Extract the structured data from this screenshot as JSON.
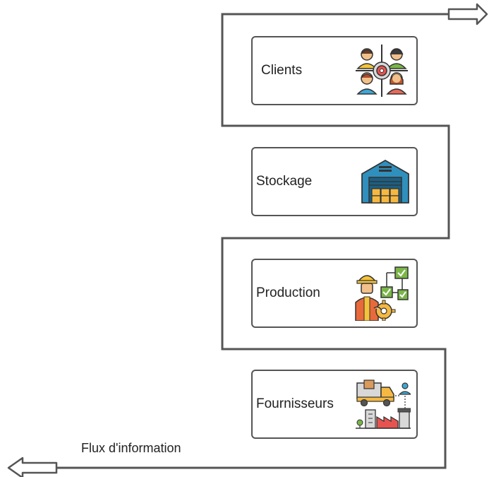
{
  "diagram": {
    "steps": [
      {
        "label": "Clients",
        "icon": "customers-target-icon"
      },
      {
        "label": "Stockage",
        "icon": "warehouse-icon"
      },
      {
        "label": "Production",
        "icon": "worker-process-icon"
      },
      {
        "label": "Fournisseurs",
        "icon": "delivery-truck-factory-icon"
      }
    ],
    "caption": "Flux d'information",
    "colors": {
      "line": "#555555",
      "box_border": "#555555",
      "text": "#222222"
    }
  }
}
